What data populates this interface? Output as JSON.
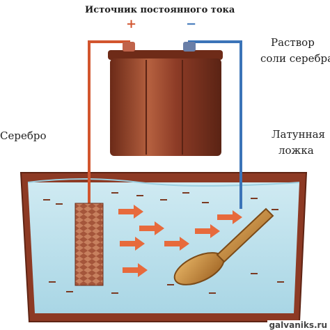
{
  "title": "Источник постоянного тока",
  "terminals": {
    "plus": "+",
    "minus": "−"
  },
  "labels": {
    "solution_line1": "Раствор",
    "solution_line2": "соли серебра",
    "silver": "Серебро",
    "spoon_line1": "Латунная",
    "spoon_line2": "ложка"
  },
  "watermark": "galvaniks.ru",
  "colors": {
    "wire_positive": "#d2552e",
    "wire_negative": "#3b74b8",
    "battery": "#8c3b26",
    "tank_wall": "#7a3320",
    "liquid": "#bfe2ee",
    "arrow": "#e76a3c",
    "ions": "#7b3a22",
    "spoon": "#c98d3a"
  },
  "icons": [
    "plus-sign-icon",
    "minus-sign-icon",
    "flow-arrow-icon"
  ]
}
